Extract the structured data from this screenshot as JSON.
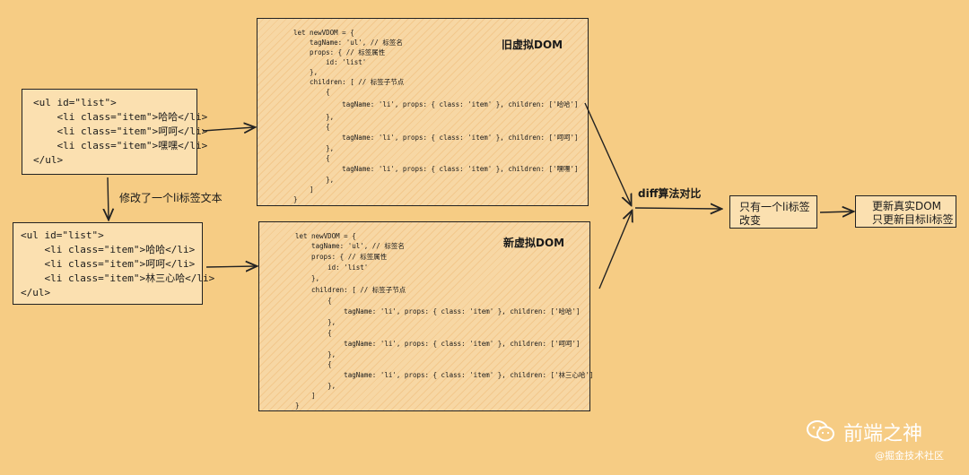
{
  "old_html": {
    "lines": [
      "<ul id=\"list\">",
      "    <li class=\"item\">哈哈</li>",
      "    <li class=\"item\">呵呵</li>",
      "    <li class=\"item\">嘿嘿</li>",
      "</ul>"
    ]
  },
  "new_html": {
    "lines": [
      "<ul id=\"list\">",
      "    <li class=\"item\">哈哈</li>",
      "    <li class=\"item\">呵呵</li>",
      "    <li class=\"item\">林三心哈</li>",
      "</ul>"
    ]
  },
  "old_vdom": {
    "title": "旧虚拟DOM",
    "lines": [
      "let newVDOM = {",
      "    tagName: 'ul', // 标签名",
      "    props: { // 标签属性",
      "        id: 'list'",
      "    },",
      "    children: [ // 标签子节点",
      "        {",
      "            tagName: 'li', props: { class: 'item' }, children: ['哈哈']",
      "        },",
      "        {",
      "            tagName: 'li', props: { class: 'item' }, children: ['呵呵']",
      "        },",
      "        {",
      "            tagName: 'li', props: { class: 'item' }, children: ['嘿嘿']",
      "        },",
      "    ]",
      "}"
    ]
  },
  "new_vdom": {
    "title": "新虚拟DOM",
    "lines": [
      "let newVDOM = {",
      "    tagName: 'ul', // 标签名",
      "    props: { // 标签属性",
      "        id: 'list'",
      "    },",
      "    children: [ // 标签子节点",
      "        {",
      "            tagName: 'li', props: { class: 'item' }, children: ['哈哈']",
      "        },",
      "        {",
      "            tagName: 'li', props: { class: 'item' }, children: ['呵呵']",
      "        },",
      "        {",
      "            tagName: 'li', props: { class: 'item' }, children: ['林三心哈']",
      "        },",
      "    ]",
      "}"
    ]
  },
  "labels": {
    "modify": "修改了一个li标签文本",
    "diff": "diff算法对比"
  },
  "result_box": {
    "lines": [
      "只有一个li标签",
      "改变"
    ]
  },
  "update_box": {
    "lines": [
      "更新真实DOM",
      "只更新目标li标签"
    ]
  },
  "watermark": {
    "brand": "前端之神",
    "source": "@掘金技术社区"
  },
  "colors": {
    "background": "#f6cc84",
    "box_fill": "#f7d7a4",
    "ink": "#222222"
  }
}
